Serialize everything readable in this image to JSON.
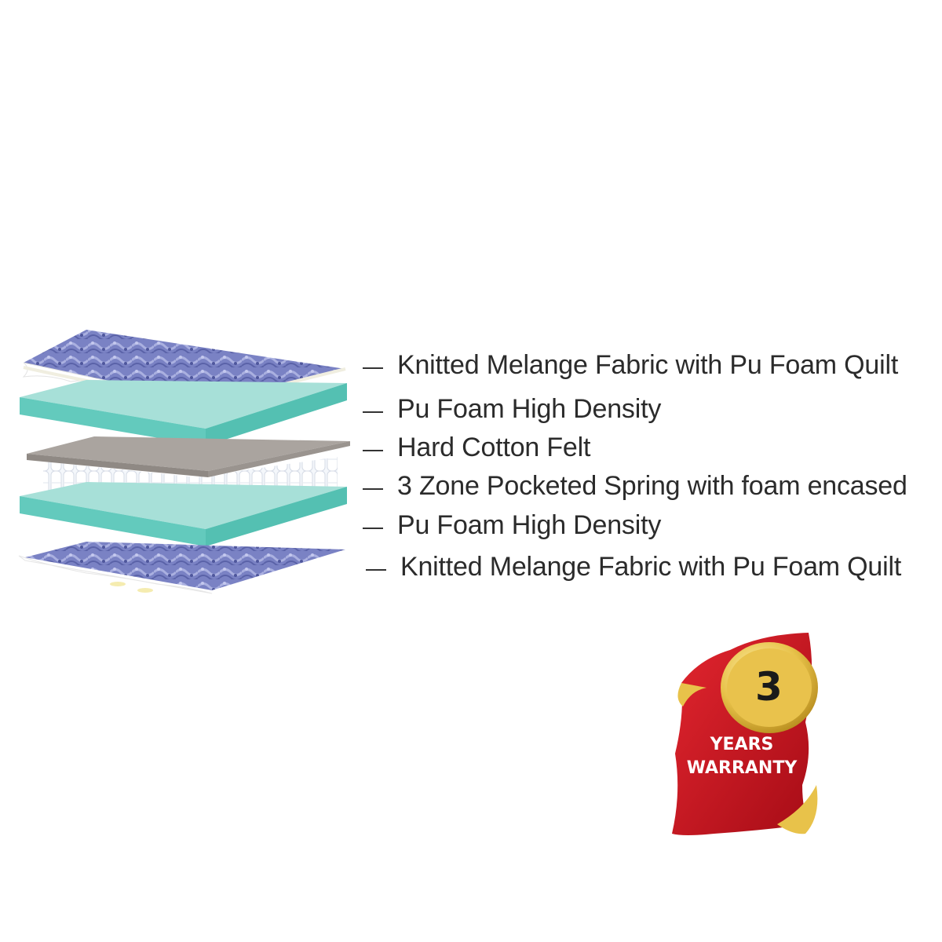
{
  "layers": [
    {
      "id": "top-fabric",
      "label": "Knitted Melange Fabric with Pu Foam Quilt"
    },
    {
      "id": "top-foam",
      "label": "Pu Foam High Density"
    },
    {
      "id": "felt",
      "label": "Hard Cotton Felt"
    },
    {
      "id": "spring",
      "label": "3 Zone Pocketed Spring with foam encased"
    },
    {
      "id": "bottom-foam",
      "label": "Pu Foam High Density"
    },
    {
      "id": "bottom-fabric",
      "label": "Knitted Melange Fabric with Pu Foam Quilt"
    }
  ],
  "badge": {
    "number": "3",
    "line1": "YEARS",
    "line2": "WARRANTY"
  },
  "colors": {
    "fabric": "#6a72b8",
    "foam_top": "#9fdcd4",
    "foam_side": "#5ec9bc",
    "felt": "#a8a29d",
    "spring": "#eef2f7",
    "badge_red": "#c8101e",
    "badge_gold": "#e8c24a"
  }
}
